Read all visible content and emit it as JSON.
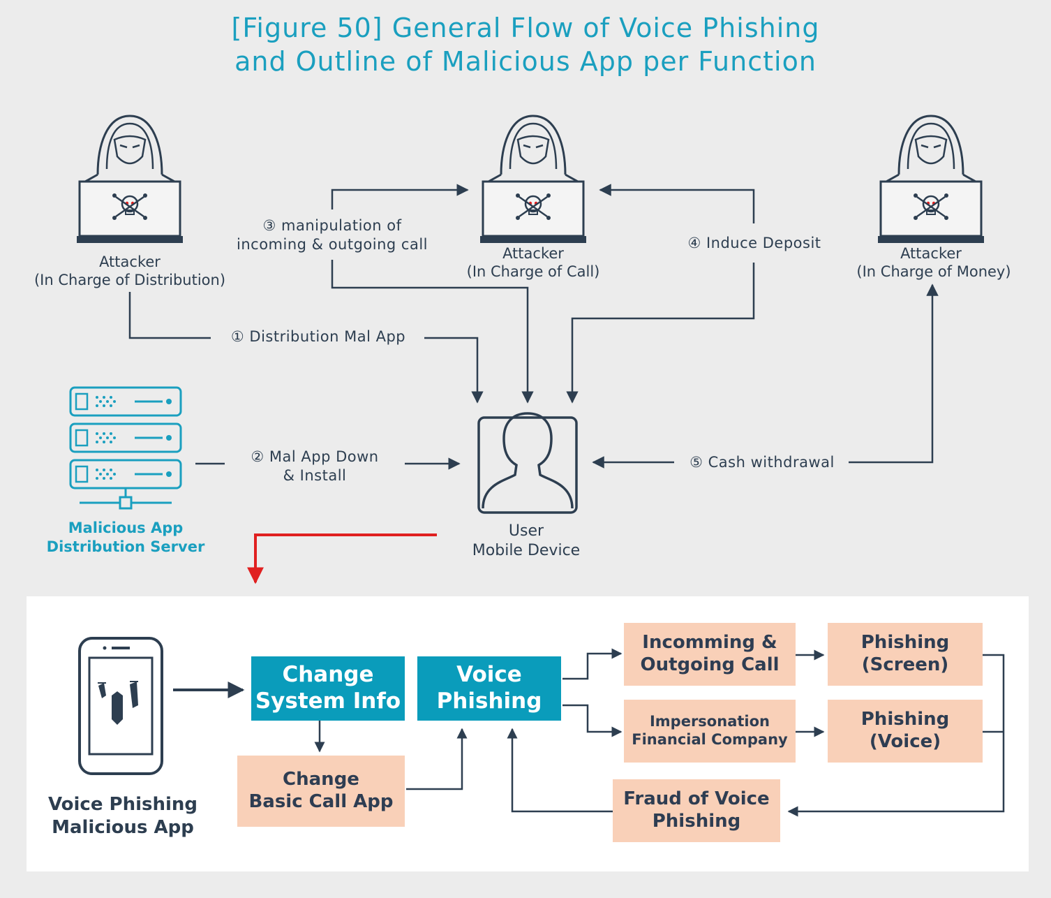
{
  "title": {
    "line1": "[Figure 50] General Flow of Voice Phishing",
    "line2": "and Outline of Malicious App per Function"
  },
  "actors": {
    "distribution": {
      "name": "Attacker",
      "role": "(In Charge of Distribution)"
    },
    "call": {
      "name": "Attacker",
      "role": "(In Charge of Call)"
    },
    "money": {
      "name": "Attacker",
      "role": "(In Charge of Money)"
    },
    "server": {
      "line1": "Malicious App",
      "line2": "Distribution Server"
    },
    "user": {
      "line1": "User",
      "line2": "Mobile Device"
    }
  },
  "steps": {
    "s1": "① Distribution Mal App",
    "s2a": "② Mal App Down",
    "s2b": "& Install",
    "s3a": "③ manipulation of",
    "s3b": "incoming & outgoing call",
    "s4": "④ Induce Deposit",
    "s5": "⑤ Cash withdrawal"
  },
  "bottom": {
    "app_caption": {
      "line1": "Voice Phishing",
      "line2": "Malicious App"
    },
    "change_system": {
      "line1": "Change",
      "line2": "System Info"
    },
    "voice_phishing": {
      "line1": "Voice",
      "line2": "Phishing"
    },
    "change_call_app": {
      "line1": "Change",
      "line2": "Basic Call App"
    },
    "incoming_call": {
      "line1": "Incomming &",
      "line2": "Outgoing Call"
    },
    "impersonation": {
      "line1": "Impersonation",
      "line2": "Financial Company"
    },
    "phishing_screen": {
      "line1": "Phishing",
      "line2": "(Screen)"
    },
    "phishing_voice": {
      "line1": "Phishing",
      "line2": "(Voice)"
    },
    "fraud": {
      "line1": "Fraud of Voice",
      "line2": "Phishing"
    }
  },
  "colors": {
    "accent": "#1a9fbf",
    "teal_box": "#0a9cbb",
    "peach_box": "#f9d0b8",
    "line": "#2d3e50",
    "red_arrow": "#e02020",
    "background": "#ececec"
  },
  "icons": {
    "attacker": "hooded-hacker-laptop-icon",
    "server": "server-rack-icon",
    "user": "user-profile-icon",
    "phone": "smartphone-malware-icon"
  }
}
